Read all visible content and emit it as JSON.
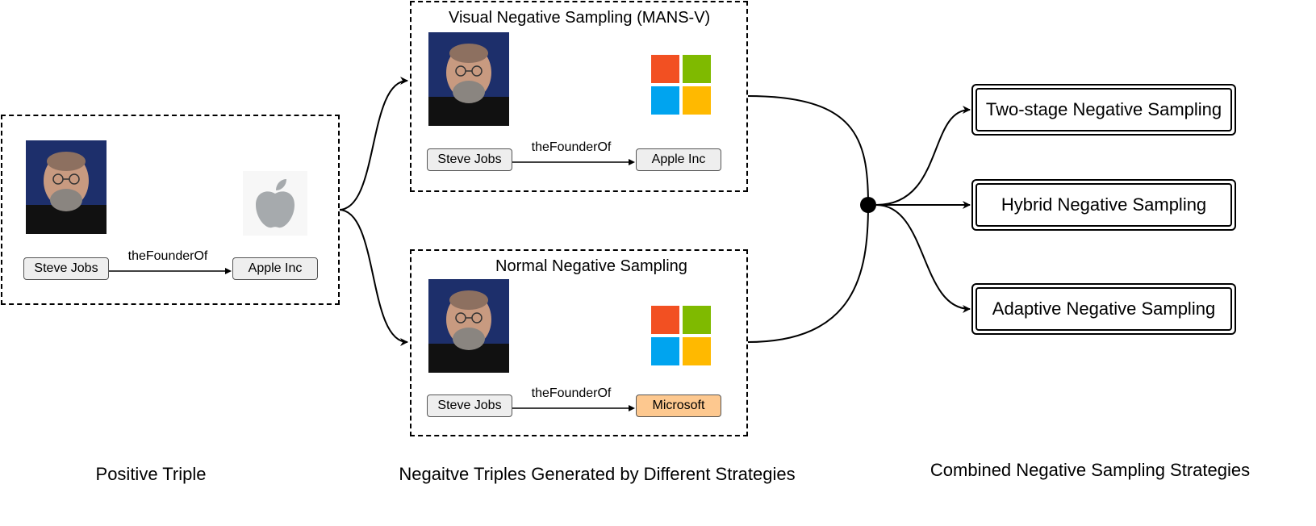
{
  "positive_panel": {
    "head": "Steve Jobs",
    "relation": "theFounderOf",
    "tail": "Apple Inc",
    "head_image": "steve-jobs-photo",
    "tail_image": "apple-logo"
  },
  "visual_panel": {
    "title": "Visual Negative Sampling (MANS-V)",
    "head": "Steve Jobs",
    "relation": "theFounderOf",
    "tail": "Apple Inc",
    "head_image": "steve-jobs-photo",
    "tail_image": "microsoft-logo"
  },
  "normal_panel": {
    "title": "Normal Negative Sampling",
    "head": "Steve Jobs",
    "relation": "theFounderOf",
    "tail": "Microsoft",
    "head_image": "steve-jobs-photo",
    "tail_image": "microsoft-logo"
  },
  "strategies": [
    "Two-stage Negative Sampling",
    "Hybrid Negative Sampling",
    "Adaptive Negative Sampling"
  ],
  "captions": {
    "positive": "Positive Triple",
    "negative": "Negaitve Triples Generated by Different Strategies",
    "combined": "Combined Negative Sampling Strategies"
  },
  "colors": {
    "negative_entity_fill": "#fdc88f",
    "entity_fill": "#eeeeee",
    "ms_red": "#f25022",
    "ms_green": "#7fba00",
    "ms_blue": "#00a4ef",
    "ms_yellow": "#ffb900",
    "apple_gray": "#a6aaad"
  }
}
